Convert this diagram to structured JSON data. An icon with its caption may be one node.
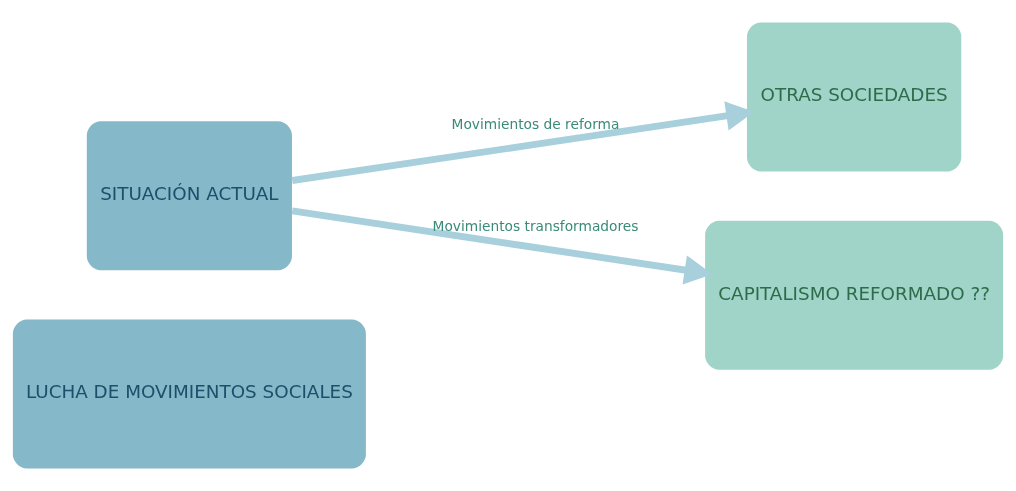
{
  "diagram": {
    "nodes": [
      {
        "text": [
          "LUCHA DE MOVIMIENTOS SOCIALES"
        ]
      },
      {
        "text": [
          "SITUACIÓN ACTUAL"
        ]
      },
      {
        "text": [
          "OTRAS SOCIEDADES"
        ]
      },
      {
        "text": [
          "CAPITALISMO REFORMADO ??"
        ]
      }
    ],
    "edges": [
      {
        "from": 1,
        "to": 2,
        "arrow": "to",
        "label": "Movimientos de reforma"
      },
      {
        "from": 1,
        "to": 3,
        "arrow": "to",
        "label": "Movimientos transformadores"
      }
    ]
  }
}
